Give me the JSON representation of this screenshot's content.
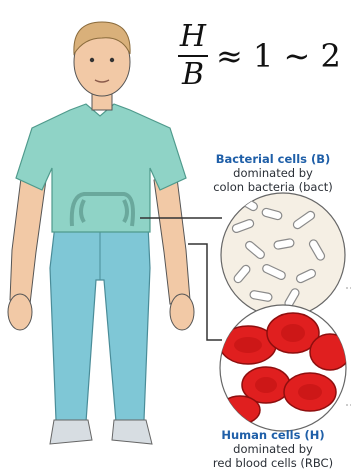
{
  "formula": {
    "numerator": "H",
    "denominator": "B",
    "relation": "≈ 1 ∼ 2"
  },
  "bacterial_cells": {
    "title": "Bacterial cells (B)",
    "line1": "dominated by",
    "line2": "colon bacteria (bact)"
  },
  "human_cells": {
    "title": "Human cells (H)",
    "line1": "dominated by",
    "line2": "red blood cells (RBC)"
  },
  "colors": {
    "shirt": "#8fd3c6",
    "pants": "#7fc7d6",
    "skin": "#f2c9a6",
    "hair": "#d9b07a",
    "bacteria_bg": "#f5efe4",
    "rbc": "#e01f1f",
    "label_blue": "#1f5fa8"
  }
}
